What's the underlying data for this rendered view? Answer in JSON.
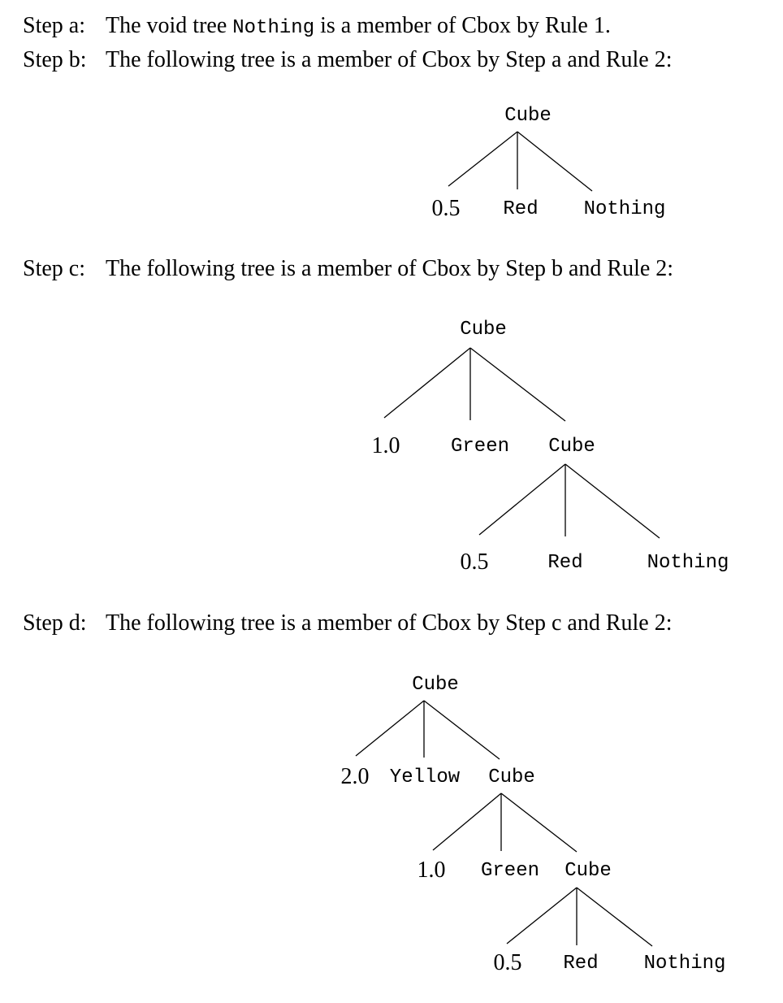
{
  "steps": {
    "a": {
      "label": "Step a:",
      "text_before": "The void tree",
      "code": "Nothing",
      "text_after": "is a member of Cbox by Rule 1."
    },
    "b": {
      "label": "Step b:",
      "text": "The following tree is a member of Cbox by Step a and Rule 2:"
    },
    "c": {
      "label": "Step c:",
      "text": "The following tree is a member of Cbox by Step b and Rule 2:"
    },
    "d": {
      "label": "Step d:",
      "text": "The following tree is a member of Cbox by Step c and Rule 2:"
    }
  },
  "trees": {
    "b": {
      "root": "Cube",
      "size": "0.5",
      "color": "Red",
      "inner": "Nothing"
    },
    "c": {
      "root": "Cube",
      "size": "1.0",
      "color": "Green",
      "inner": "Cube",
      "child": {
        "size": "0.5",
        "color": "Red",
        "inner": "Nothing"
      }
    },
    "d": {
      "root": "Cube",
      "size": "2.0",
      "color": "Yellow",
      "inner": "Cube",
      "child": {
        "size": "1.0",
        "color": "Green",
        "inner": "Cube",
        "child": {
          "size": "0.5",
          "color": "Red",
          "inner": "Nothing"
        }
      }
    }
  }
}
